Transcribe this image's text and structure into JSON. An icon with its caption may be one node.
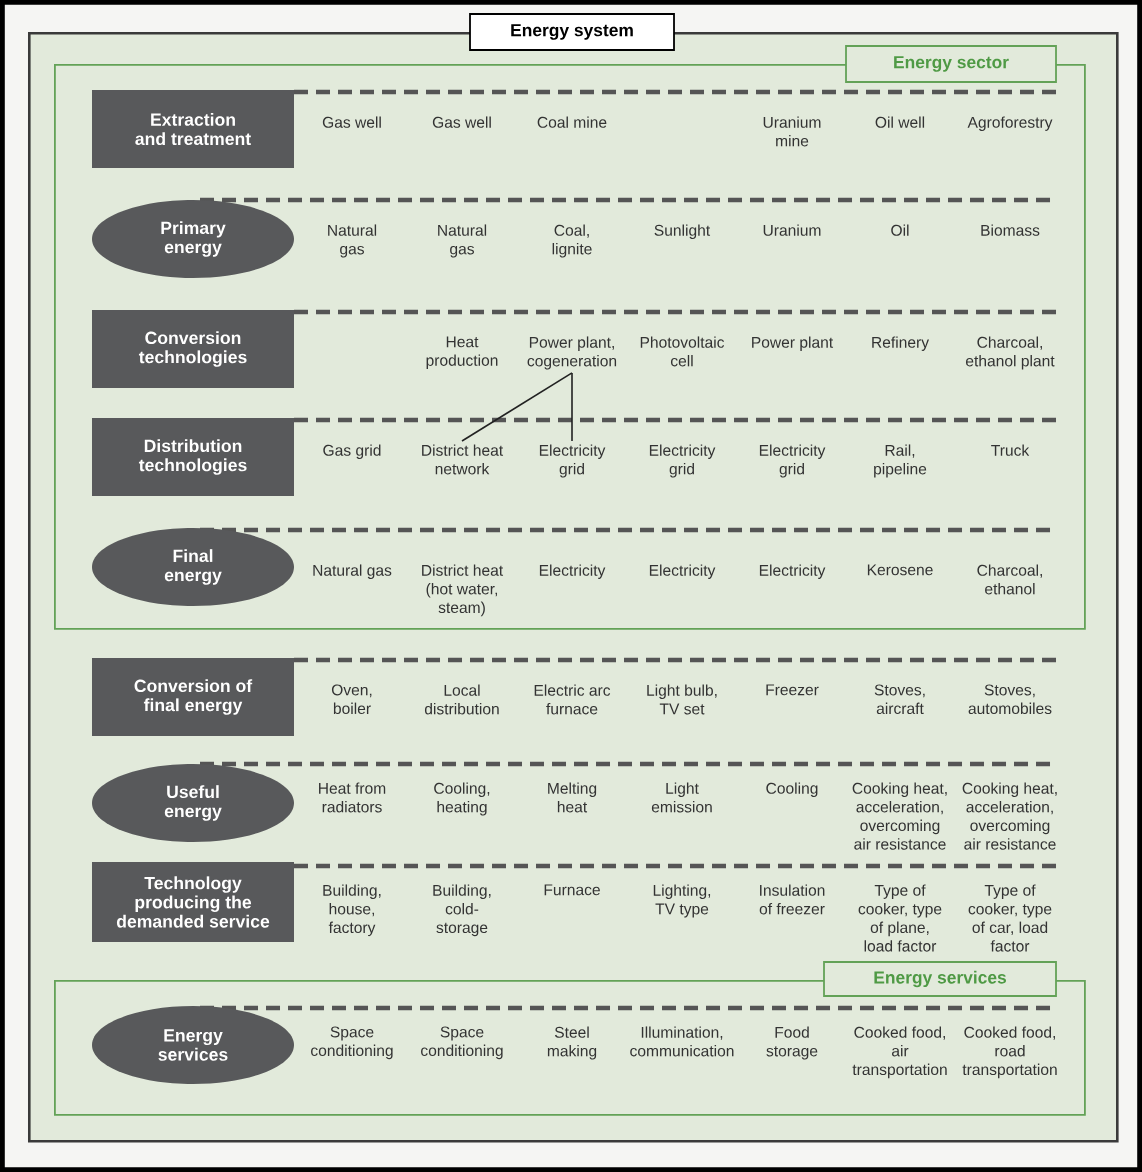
{
  "diagram": {
    "nodes": [
      {
        "text": [
          "Energy system"
        ]
      },
      {
        "text": [
          "Energy sector"
        ],
        "in": 0
      },
      {
        "text": [
          "Extraction and treatment"
        ],
        "in": 1
      },
      {
        "text": [
          "Primary energy"
        ],
        "in": 1
      },
      {
        "text": [
          "Conversion technologies"
        ],
        "in": 1
      },
      {
        "text": [
          "Power plant, cogeneration"
        ],
        "in": 1
      },
      {
        "text": [
          "Distribution technologies"
        ],
        "in": 1
      },
      {
        "text": [
          "District heat network"
        ],
        "in": 1
      },
      {
        "text": [
          "Electricity grid"
        ],
        "in": 1
      },
      {
        "text": [
          "Final energy"
        ],
        "in": 1
      },
      {
        "text": [
          "Conversion of final energy"
        ],
        "in": 0
      },
      {
        "text": [
          "Useful energy"
        ],
        "in": 0
      },
      {
        "text": [
          "Technology producing the demanded service"
        ],
        "in": 0
      },
      {
        "text": [
          "Energy services"
        ],
        "in": 0
      },
      {
        "text": [
          "Energy services"
        ],
        "in": 13
      }
    ],
    "edges": [
      {
        "from": 5,
        "to": 7,
        "arrow": "none"
      },
      {
        "from": 5,
        "to": 8,
        "arrow": "none"
      }
    ],
    "labels": [
      "Gas well",
      "Gas well",
      "Coal mine",
      "Uranium mine",
      "Oil well",
      "Agroforestry",
      "Natural gas",
      "Natural gas",
      "Coal, lignite",
      "Sunlight",
      "Uranium",
      "Oil",
      "Biomass",
      "Heat production",
      "Photovoltaic cell",
      "Power plant",
      "Refinery",
      "Charcoal, ethanol plant",
      "Gas grid",
      "Electricity grid",
      "Electricity grid",
      "Rail, pipeline",
      "Truck",
      "Natural gas",
      "District heat (hot water, steam)",
      "Electricity",
      "Electricity",
      "Electricity",
      "Kerosene",
      "Charcoal, ethanol",
      "Oven, boiler",
      "Local distribution",
      "Electric arc furnace",
      "Light bulb, TV set",
      "Freezer",
      "Stoves, aircraft",
      "Stoves, automobiles",
      "Heat from radiators",
      "Cooling, heating",
      "Melting heat",
      "Light emission",
      "Cooling",
      "Cooking heat, acceleration, overcoming air resistance",
      "Cooking heat, acceleration, overcoming air resistance",
      "Building, house, factory",
      "Building, cold-storage",
      "Furnace",
      "Lighting, TV type",
      "Insulation of freezer",
      "Type of cooker, type of plane, load factor",
      "Type of cooker, type of car, load factor",
      "Space conditioning",
      "Space conditioning",
      "Steel making",
      "Illumination, communication",
      "Food storage",
      "Cooked food, air transportation",
      "Cooked food, road transportation"
    ]
  }
}
